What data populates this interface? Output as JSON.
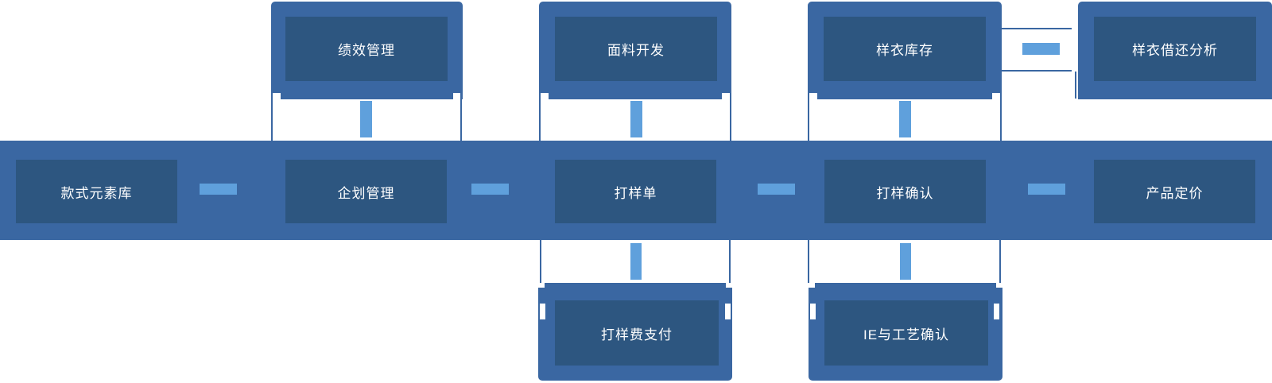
{
  "colors": {
    "container_blue": "#3a67a2",
    "box_blue": "#2d5680",
    "connector_blue": "#5fa0dc",
    "background": "#ffffff"
  },
  "nodes": {
    "band": [
      {
        "label": "款式元素库"
      },
      {
        "label": "企划管理"
      },
      {
        "label": "打样单"
      },
      {
        "label": "打样确认"
      },
      {
        "label": "产品定价"
      }
    ],
    "top": [
      {
        "label": "绩效管理"
      },
      {
        "label": "面料开发"
      },
      {
        "label": "样衣库存"
      },
      {
        "label": "样衣借还分析"
      }
    ],
    "bottom": [
      {
        "label": "打样费支付"
      },
      {
        "label": "IE与工艺确认"
      }
    ]
  }
}
